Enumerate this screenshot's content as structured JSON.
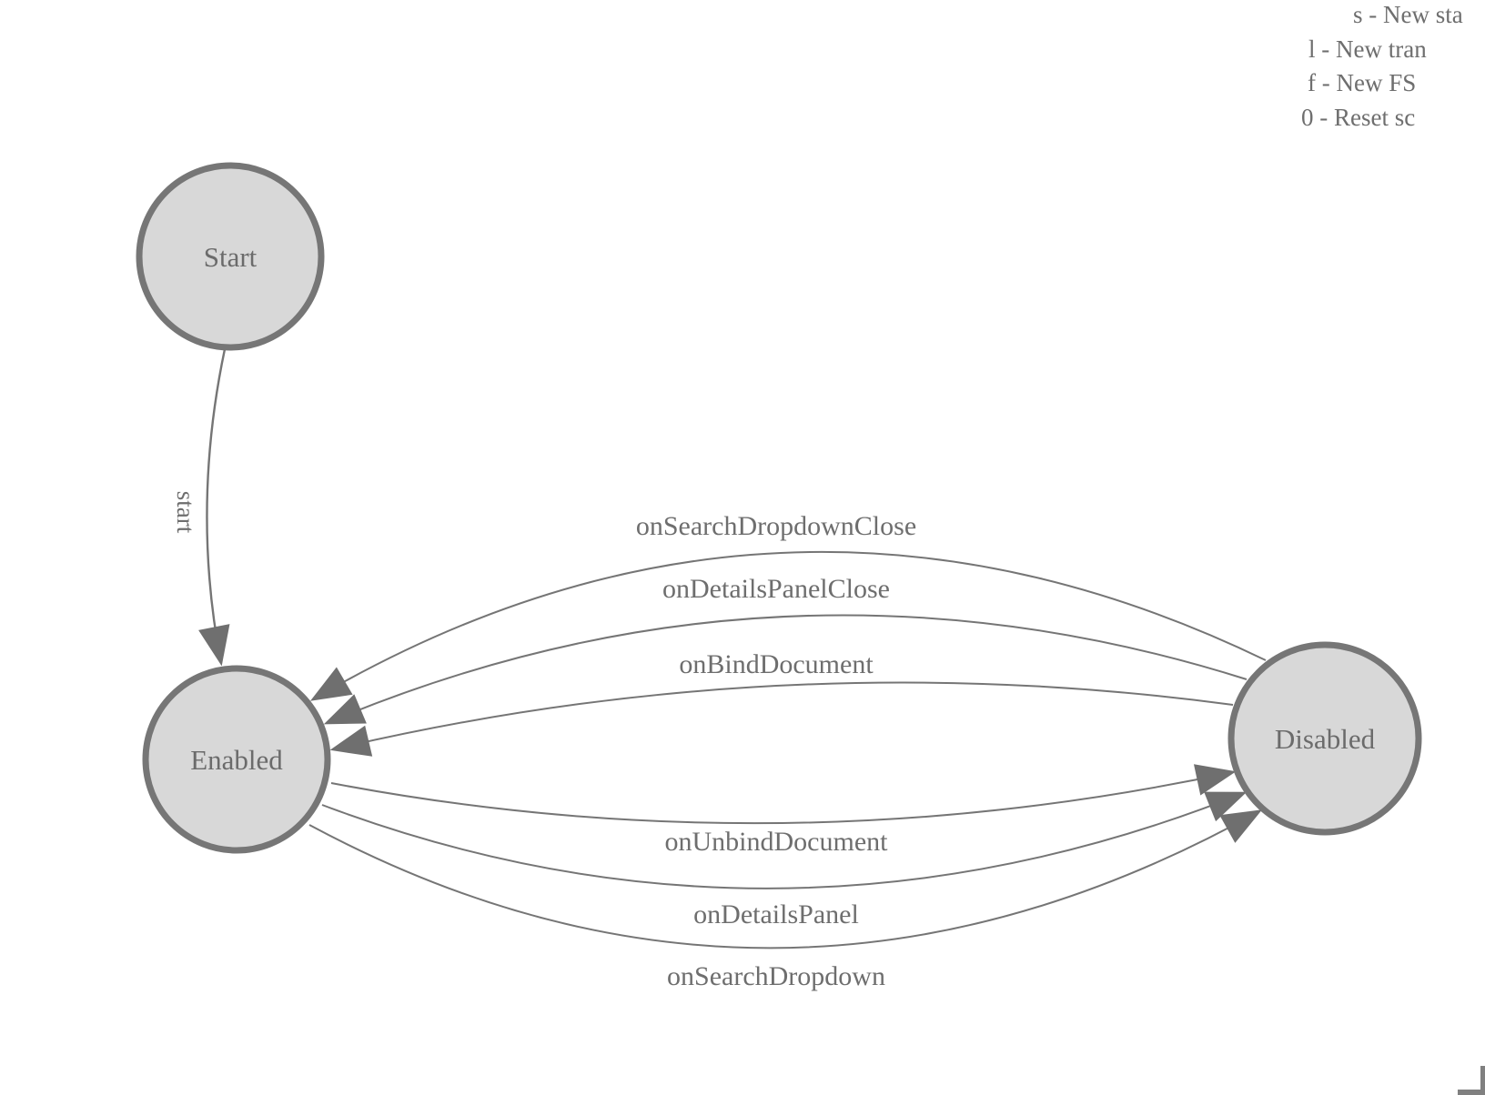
{
  "diagram": {
    "title_hint": "finite state machine canvas",
    "nodes": [
      {
        "id": "start",
        "label": "Start"
      },
      {
        "id": "enabled",
        "label": "Enabled"
      },
      {
        "id": "disabled",
        "label": "Disabled"
      }
    ],
    "edges": [
      {
        "id": "start-transition",
        "label": "start",
        "from": "Start",
        "to": "Enabled"
      },
      {
        "id": "on-search-dropdown-close",
        "label": "onSearchDropdownClose",
        "from": "Disabled",
        "to": "Enabled"
      },
      {
        "id": "on-details-panel-close",
        "label": "onDetailsPanelClose",
        "from": "Disabled",
        "to": "Enabled"
      },
      {
        "id": "on-bind-document",
        "label": "onBindDocument",
        "from": "Disabled",
        "to": "Enabled"
      },
      {
        "id": "on-unbind-document",
        "label": "onUnbindDocument",
        "from": "Enabled",
        "to": "Disabled"
      },
      {
        "id": "on-details-panel",
        "label": "onDetailsPanel",
        "from": "Enabled",
        "to": "Disabled"
      },
      {
        "id": "on-search-dropdown",
        "label": "onSearchDropdown",
        "from": "Enabled",
        "to": "Disabled"
      }
    ],
    "legend": {
      "lines": [
        "s - New sta",
        "l - New tran",
        "f - New FS",
        "0 - Reset sc"
      ]
    },
    "colors": {
      "background": "#ffffff",
      "node_fill": "#d8d8d8",
      "node_stroke": "#767676",
      "edge_stroke": "#757575",
      "arrowhead": "#6f6f6f",
      "label_text": "#6e6e6e",
      "corner_shape": "#808080"
    }
  }
}
